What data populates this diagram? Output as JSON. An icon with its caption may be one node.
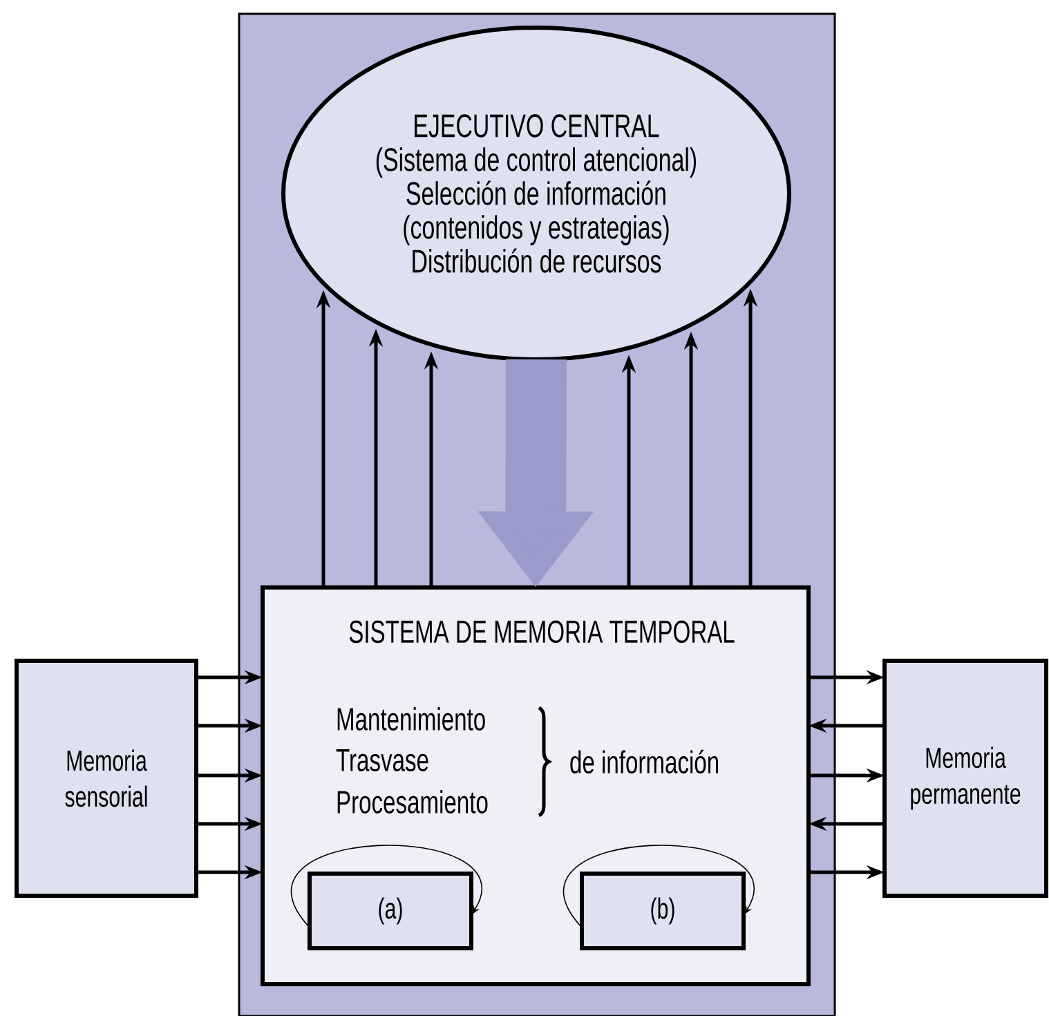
{
  "diagram": {
    "nodes": [
      {
        "text": [],
        "shape": "box"
      },
      {
        "text": [
          "EJECUTIVO CENTRAL",
          "(Sistema de control atencional)",
          "Selección de información",
          "(contenidos y estrategias)",
          "Distribución de recursos"
        ],
        "in": 0
      },
      {
        "text": [
          "SISTEMA DE MEMORIA TEMPORAL",
          "Mantenimiento",
          "Trasvase",
          "Procesamiento",
          "de información"
        ],
        "in": 0
      },
      {
        "text": [
          "(a)"
        ],
        "in": 2
      },
      {
        "text": [
          "(b)"
        ],
        "in": 2
      },
      {
        "text": [
          "Memoria sensorial"
        ]
      },
      {
        "text": [
          "Memoria permanente"
        ]
      }
    ],
    "edges": [
      {
        "from": 2,
        "to": 1,
        "arrow": "to"
      },
      {
        "from": 2,
        "to": 1,
        "arrow": "to"
      },
      {
        "from": 2,
        "to": 1,
        "arrow": "to"
      },
      {
        "from": 2,
        "to": 1,
        "arrow": "to"
      },
      {
        "from": 2,
        "to": 1,
        "arrow": "to"
      },
      {
        "from": 2,
        "to": 1,
        "arrow": "to"
      },
      {
        "from": 1,
        "to": 2,
        "arrow": "to",
        "style": "thick",
        "color": "#9a9acb"
      },
      {
        "from": 5,
        "to": 2,
        "arrow": "to"
      },
      {
        "from": 5,
        "to": 2,
        "arrow": "to"
      },
      {
        "from": 5,
        "to": 2,
        "arrow": "to"
      },
      {
        "from": 5,
        "to": 2,
        "arrow": "to"
      },
      {
        "from": 5,
        "to": 2,
        "arrow": "to"
      },
      {
        "from": 2,
        "to": 6,
        "arrow": "to"
      },
      {
        "from": 6,
        "to": 2,
        "arrow": "to"
      },
      {
        "from": 2,
        "to": 6,
        "arrow": "to"
      },
      {
        "from": 6,
        "to": 2,
        "arrow": "to"
      },
      {
        "from": 2,
        "to": 6,
        "arrow": "to"
      },
      {
        "from": 3,
        "to": 3,
        "arrow": "to"
      },
      {
        "from": 4,
        "to": 4,
        "arrow": "to"
      }
    ]
  }
}
